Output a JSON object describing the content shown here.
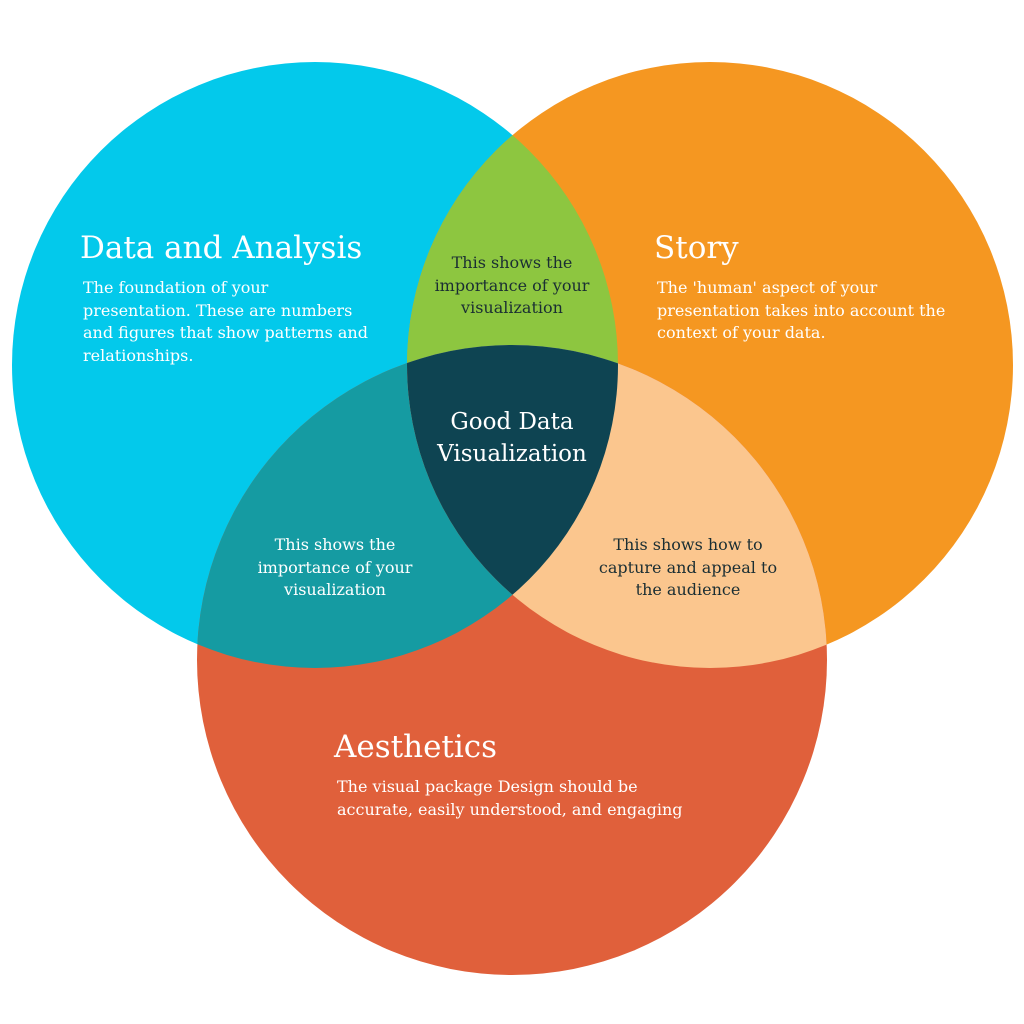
{
  "colors": {
    "background": "#ffffff",
    "data_analysis": "#03c9eb",
    "story": "#f59721",
    "aesthetics": "#e0603b",
    "data_story_overlap": "#8dc640",
    "data_aesthetics_overlap": "#159ba2",
    "story_aesthetics_overlap": "#fbc68e",
    "center": "#0e4452"
  },
  "circles": {
    "data_analysis": {
      "title": "Data and Analysis",
      "description": "The foundation of your presentation. These are numbers and figures that show patterns and relationships."
    },
    "story": {
      "title": "Story",
      "description": "The 'human' aspect of your presentation takes into account the context of your data."
    },
    "aesthetics": {
      "title": "Aesthetics",
      "description": "The visual package Design should be accurate, easily understood, and engaging"
    }
  },
  "overlaps": {
    "data_story": "This shows the importance of your visualization",
    "data_aesthetics": "This shows the importance of your visualization",
    "story_aesthetics": "This shows how to capture and appeal to the audience",
    "center": "Good Data Visualization"
  }
}
